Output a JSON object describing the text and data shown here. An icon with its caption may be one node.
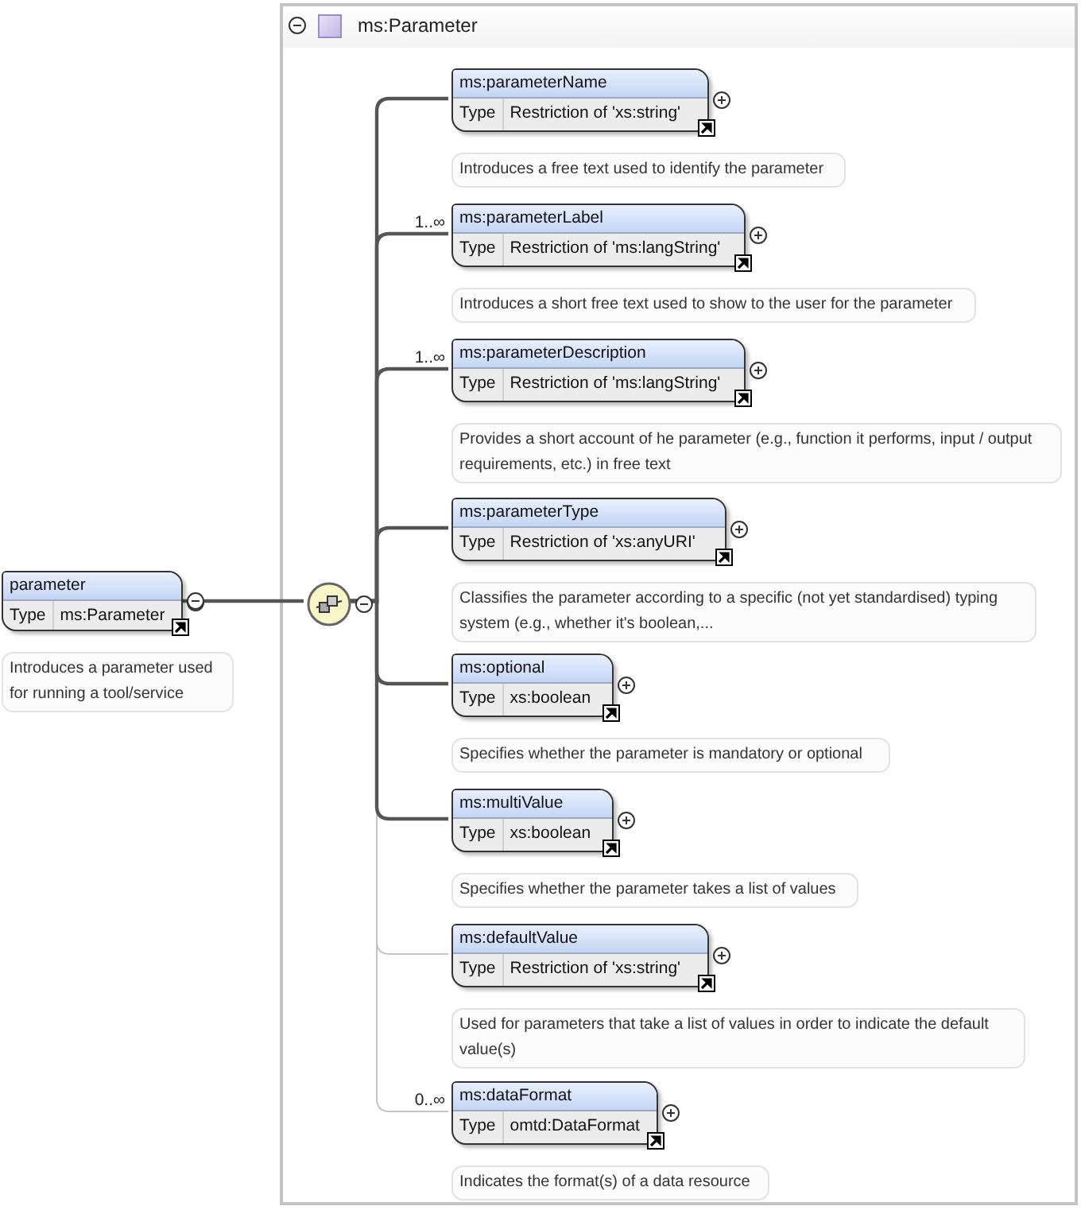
{
  "diagram": {
    "nodes": [
      {
        "text": [
          "ms:Parameter"
        ]
      },
      {
        "text": [
          "parameter",
          "Type",
          "ms:Parameter"
        ],
        "beside": [
          "Introduces a parameter used for running a tool/service"
        ]
      },
      {
        "text": [],
        "shape": "circle",
        "in": 0
      },
      {
        "text": [
          "ms:parameterName",
          "Type",
          "Restriction of 'xs:string'"
        ],
        "in": 0,
        "beside": [
          "Introduces a free text used to identify the parameter"
        ]
      },
      {
        "text": [
          "ms:parameterLabel",
          "Type",
          "Restriction of 'ms:langString'"
        ],
        "in": 0,
        "beside": [
          "1..∞",
          "Introduces a short free text used to show to the user for the parameter"
        ]
      },
      {
        "text": [
          "ms:parameterDescription",
          "Type",
          "Restriction of 'ms:langString'"
        ],
        "in": 0,
        "beside": [
          "1..∞",
          "Provides a short account of he parameter (e.g., function it performs, input / output requirements, etc.) in free text"
        ]
      },
      {
        "text": [
          "ms:parameterType",
          "Type",
          "Restriction of 'xs:anyURI'"
        ],
        "in": 0,
        "beside": [
          "Classifies the parameter according to a specific (not yet standardised) typing system (e.g., whether it's boolean,..."
        ]
      },
      {
        "text": [
          "ms:optional",
          "Type",
          "xs:boolean"
        ],
        "in": 0,
        "beside": [
          "Specifies whether the parameter is mandatory or optional"
        ]
      },
      {
        "text": [
          "ms:multiValue",
          "Type",
          "xs:boolean"
        ],
        "in": 0,
        "beside": [
          "Specifies whether the parameter takes a list of values"
        ]
      },
      {
        "text": [
          "ms:defaultValue",
          "Type",
          "Restriction of 'xs:string'"
        ],
        "in": 0,
        "beside": [
          "Used for parameters that take a list of values in order to indicate the default value(s)"
        ]
      },
      {
        "text": [
          "ms:dataFormat",
          "Type",
          "omtd:DataFormat"
        ],
        "in": 0,
        "beside": [
          "0..∞",
          "Indicates the format(s) of a data resource"
        ]
      }
    ],
    "edges": [
      {
        "from": 1,
        "to": 2,
        "arrow": "none"
      },
      {
        "from": 2,
        "to": 3,
        "arrow": "none"
      },
      {
        "from": 2,
        "to": 4,
        "arrow": "none"
      },
      {
        "from": 2,
        "to": 5,
        "arrow": "none"
      },
      {
        "from": 2,
        "to": 6,
        "arrow": "none"
      },
      {
        "from": 2,
        "to": 7,
        "arrow": "none"
      },
      {
        "from": 2,
        "to": 8,
        "arrow": "none"
      },
      {
        "from": 2,
        "to": 9,
        "arrow": "none",
        "color": "#c4c4c4"
      },
      {
        "from": 2,
        "to": 10,
        "arrow": "none",
        "color": "#c4c4c4"
      }
    ]
  }
}
